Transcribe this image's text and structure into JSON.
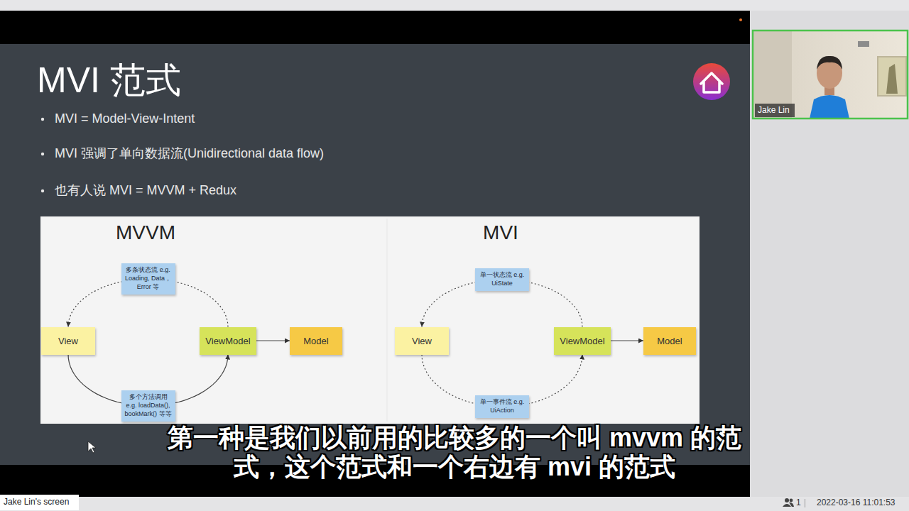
{
  "diagram": {
    "title": "MVI 范式",
    "nodes": [
      {
        "text": [
          "View"
        ]
      },
      {
        "text": [
          "ViewModel"
        ]
      },
      {
        "text": [
          "Model"
        ]
      },
      {
        "text": [
          "View"
        ]
      },
      {
        "text": [
          "ViewModel"
        ]
      },
      {
        "text": [
          "Model"
        ]
      }
    ],
    "edges": [
      {
        "from": 1,
        "to": 0,
        "arrow": "to",
        "label": "多条状态流 e.g. Loading, Data，Error 等"
      },
      {
        "from": 0,
        "to": 1,
        "arrow": "to",
        "label": "多个方法调用 e.g. loadData(), bookMark() 等等"
      },
      {
        "from": 1,
        "to": 2,
        "arrow": "to"
      },
      {
        "from": 4,
        "to": 3,
        "arrow": "to",
        "label": "单一状态流 e.g. UiState"
      },
      {
        "from": 3,
        "to": 4,
        "arrow": "to",
        "label": "单一事件流 e.g. UiAction"
      },
      {
        "from": 4,
        "to": 5,
        "arrow": "to"
      }
    ],
    "labels": [
      "MVI = Model-View-Intent",
      "MVI 强调了单向数据流(Unidirectional data flow)",
      "也有人说 MVI = MVVM + Redux",
      "MVVM",
      "MVI",
      "第一种是我们以前用的比较多的一个叫 mvvm 的范式，这个范式和一个右边有 mvi 的范式",
      "Jake Lin",
      "Jake Lin's screen",
      "1",
      "2022-03-16 11:01:53"
    ]
  }
}
